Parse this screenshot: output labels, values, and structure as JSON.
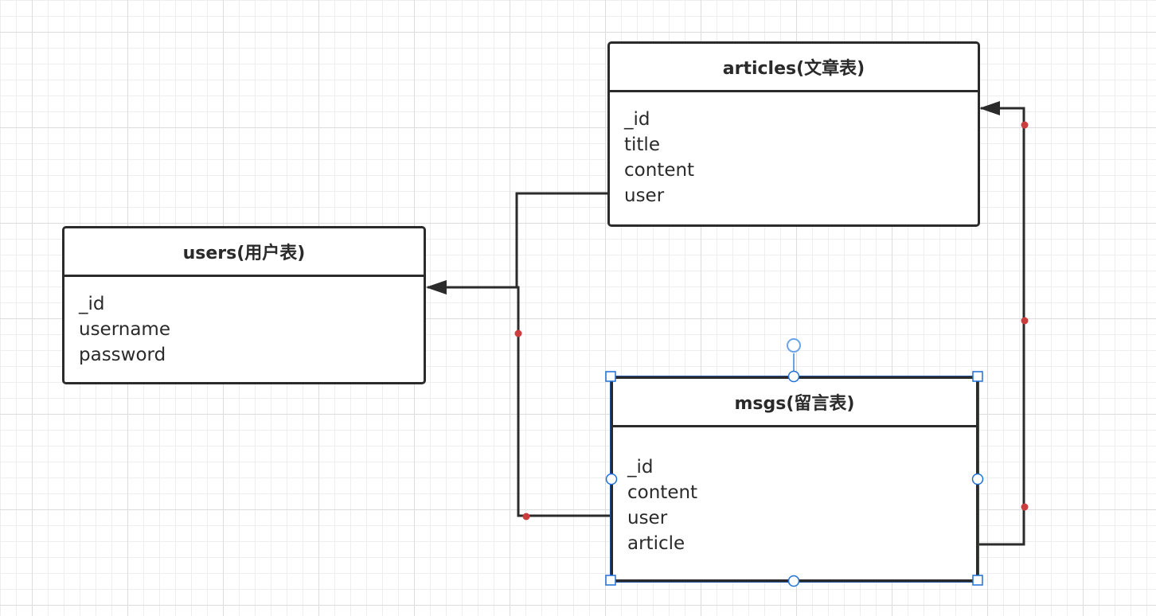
{
  "tables": {
    "users": {
      "title": "users(用户表)",
      "fields": [
        "_id",
        "username",
        "password"
      ]
    },
    "articles": {
      "title": "articles(文章表)",
      "fields": [
        "_id",
        "title",
        "content",
        "user"
      ]
    },
    "msgs": {
      "title": "msgs(留言表)",
      "fields": [
        "_id",
        "content",
        "user",
        "article"
      ]
    }
  },
  "colors": {
    "line": "#2b2b2b",
    "waypoint": "#cc3d3d",
    "selection": "#1f6fd6",
    "grid_major": "#dcdcdc",
    "grid_minor": "#eeeeee"
  },
  "selected_table": "msgs"
}
